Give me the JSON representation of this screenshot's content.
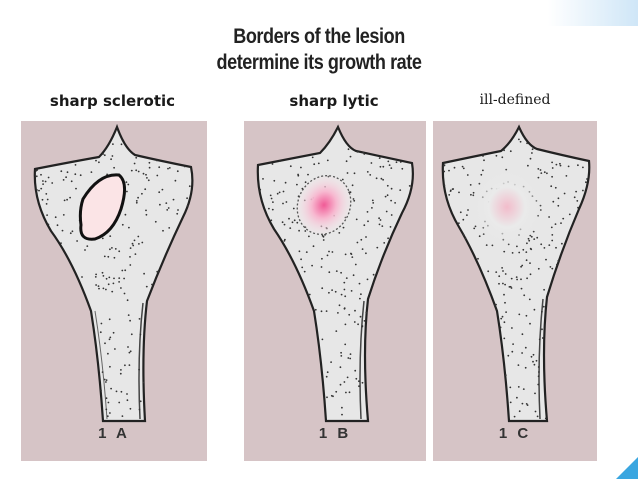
{
  "title_line1": "Borders of the lesion",
  "title_line2": "determine its growth rate",
  "panels": [
    {
      "label": "sharp sclerotic",
      "caption": "1 A"
    },
    {
      "label": "sharp lytic",
      "caption": "1 B"
    },
    {
      "label": "ill-defined",
      "caption": "1 C"
    }
  ],
  "colors": {
    "panel_background": "#d6c4c6",
    "bone_fill": "#e7e7e7",
    "lesion_pink": "#f7d8dc"
  }
}
